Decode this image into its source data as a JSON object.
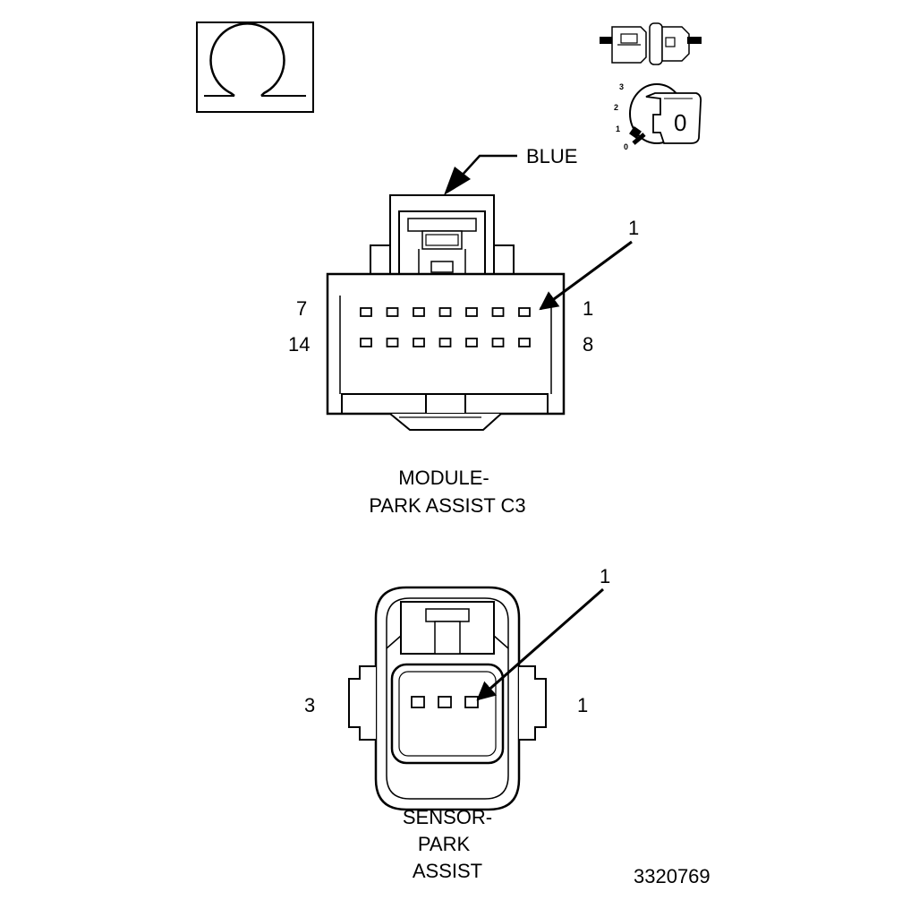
{
  "figure_id": "3320769",
  "icons": {
    "ohmmeter": "ohm-symbol-icon",
    "connector_pair": "connector-disconnected-icon",
    "ignition": "ignition-switch-off-icon"
  },
  "ignition_switch": {
    "positions": [
      "3",
      "2",
      "1",
      "0"
    ],
    "key_position": "0"
  },
  "module_connector": {
    "color_label": "BLUE",
    "title_line1": "MODULE-",
    "title_line2": "PARK ASSIST C3",
    "pin_top_left": "7",
    "pin_top_right": "1",
    "pin_bottom_left": "14",
    "pin_bottom_right": "8",
    "callout": "1",
    "pins_per_row": 7,
    "rows": 2
  },
  "sensor_connector": {
    "title_line1": "SENSOR-",
    "title_line2": "PARK",
    "title_line3": "ASSIST",
    "pin_left": "3",
    "pin_right": "1",
    "callout": "1",
    "pin_count": 3
  }
}
